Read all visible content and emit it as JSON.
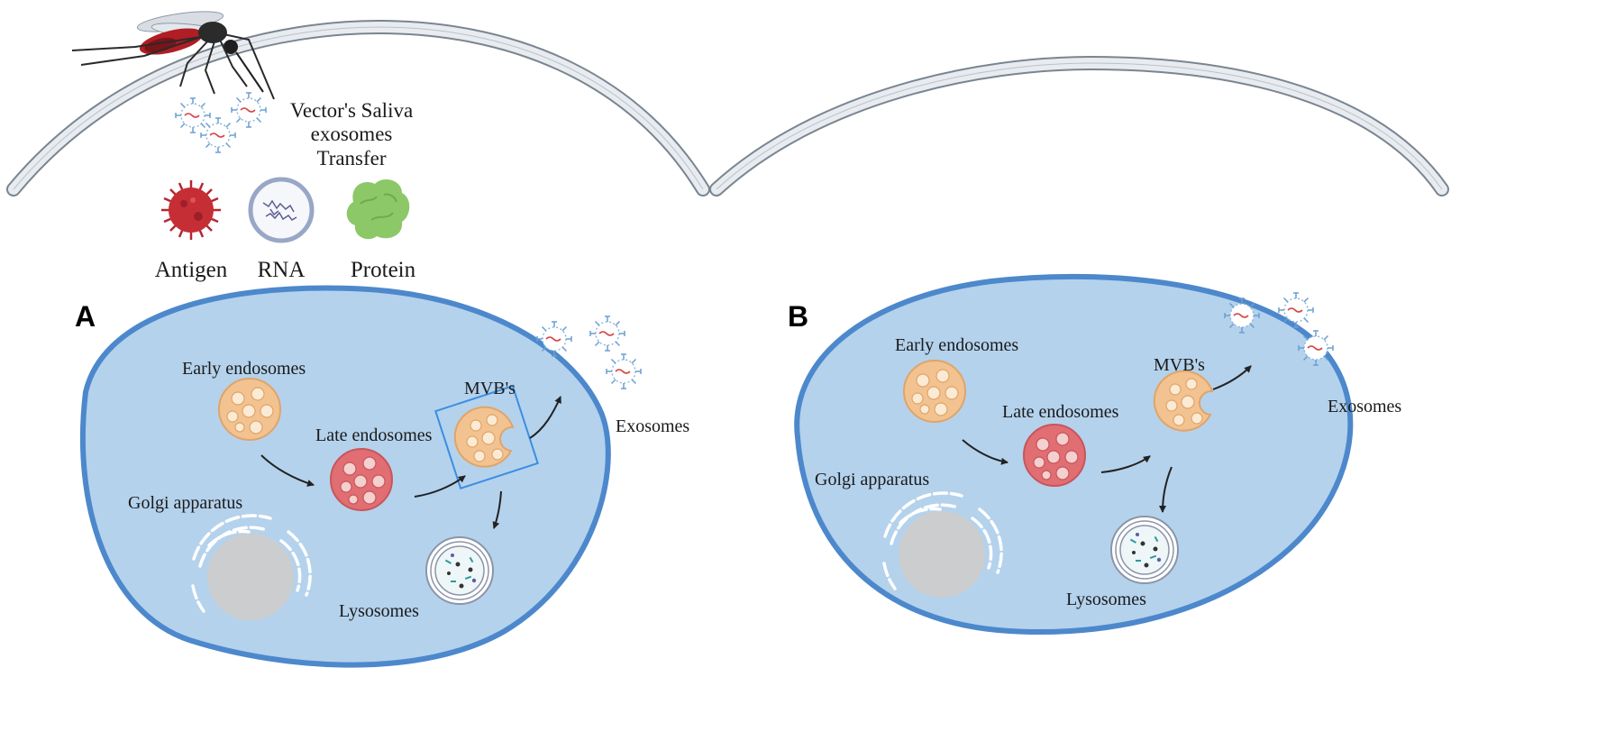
{
  "panels": {
    "a": {
      "letter": "A"
    },
    "b": {
      "letter": "B"
    }
  },
  "saliva": {
    "line1": "Vector's Saliva",
    "line2": "exosomes",
    "line3": "Transfer"
  },
  "cargo": {
    "antigen": "Antigen",
    "rna": "RNA",
    "protein": "Protein"
  },
  "labels_a": {
    "early": "Early endosomes",
    "late": "Late endosomes",
    "mvb": "MVB's",
    "exosomes": "Exosomes",
    "golgi": "Golgi apparatus",
    "lysosomes": "Lysosomes"
  },
  "labels_b": {
    "early": "Early endosomes",
    "late": "Late endosomes",
    "mvb": "MVB's",
    "exosomes": "Exosomes",
    "golgi": "Golgi apparatus",
    "lysosomes": "Lysosomes"
  },
  "colors": {
    "cell_fill": "#b4d2ec",
    "cell_border": "#4d88cc",
    "membrane_fill": "#e8ecf0",
    "membrane_stroke": "#7a8590",
    "early_endosome": "#f2c390",
    "late_endosome": "#e06e73",
    "mvb": "#f2c390",
    "antigen": "#c62e36",
    "protein": "#8cc768",
    "nucleus": "#cccdcf",
    "highlight_box": "#3a8ee0"
  }
}
